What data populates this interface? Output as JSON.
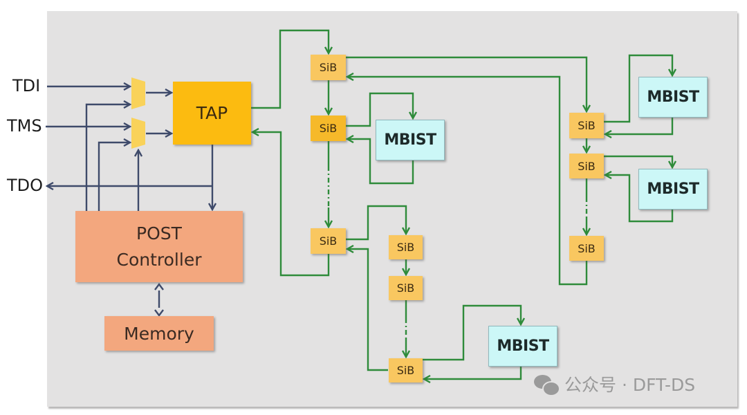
{
  "diagram": {
    "pins": {
      "tdi": "TDI",
      "tms": "TMS",
      "tdo": "TDO"
    },
    "tap": {
      "label": "TAP"
    },
    "post_controller": {
      "line1": "POST",
      "line2": "Controller"
    },
    "memory": {
      "label": "Memory"
    },
    "sib_label": "SiB",
    "sibs": [
      {
        "id": "sib1",
        "label": "SiB"
      },
      {
        "id": "sib2",
        "label": "SiB"
      },
      {
        "id": "sib3",
        "label": "SiB"
      },
      {
        "id": "sib4",
        "label": "SiB"
      },
      {
        "id": "sib5",
        "label": "SiB"
      },
      {
        "id": "sib6",
        "label": "SiB"
      },
      {
        "id": "sib7",
        "label": "SiB"
      },
      {
        "id": "sib8",
        "label": "SiB"
      },
      {
        "id": "sib9",
        "label": "SiB"
      }
    ],
    "mbists": [
      {
        "id": "mbist1",
        "label": "MBIST"
      },
      {
        "id": "mbist2",
        "label": "MBIST"
      },
      {
        "id": "mbist3",
        "label": "MBIST"
      },
      {
        "id": "mbist4",
        "label": "MBIST"
      }
    ],
    "colors": {
      "control_wire": "#3e4a6a",
      "scan_wire": "#2e8b3a",
      "tap_fill": "#fcbb10",
      "sib_fill": "#f9c760",
      "mbist_fill": "#ccf7f7",
      "post_fill": "#f3a77e"
    }
  },
  "watermark": {
    "text": "公众号 · DFT-DS",
    "icon": "wechat-icon"
  }
}
